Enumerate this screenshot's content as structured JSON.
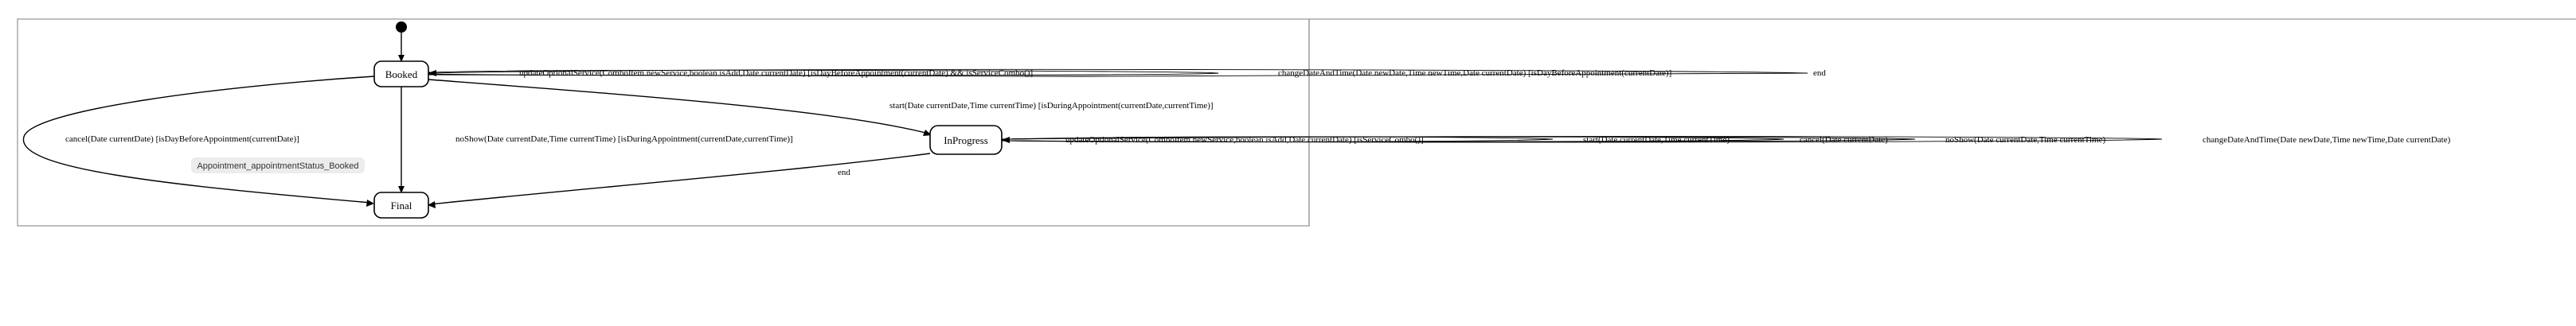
{
  "states": {
    "booked": "Booked",
    "inprogress": "InProgress",
    "final": "Final"
  },
  "note": "Appointment_appointmentStatus_Booked",
  "transitions": {
    "booked_self_update": "updateOptionalService(ComboItem newService,boolean isAdd,Date currentDate) [isDayBeforeAppointment(currentDate) && isServiceCombo()]",
    "booked_self_change": "changeDateAndTime(Date newDate,Time newTime,Date currentDate) [isDayBeforeAppointment(currentDate)]",
    "booked_self_end": "end",
    "booked_start": "start(Date currentDate,Time currentTime) [isDuringAppointment(currentDate,currentTime)]",
    "booked_cancel": "cancel(Date currentDate) [isDayBeforeAppointment(currentDate)]",
    "booked_noshow": "noShow(Date currentDate,Time currentTime) [isDuringAppointment(currentDate,currentTime)]",
    "inprogress_end": "end",
    "inprogress_self_update": "updateOptionalService(ComboItem newService,boolean isAdd,Date currentDate) [isServiceCombo()]",
    "inprogress_self_start": "start(Date currentDate,Time currentTime)",
    "inprogress_self_cancel": "cancel(Date currentDate)",
    "inprogress_self_noshow": "noShow(Date currentDate,Time currentTime)",
    "inprogress_self_change": "changeDateAndTime(Date newDate,Time newTime,Date currentDate)"
  }
}
